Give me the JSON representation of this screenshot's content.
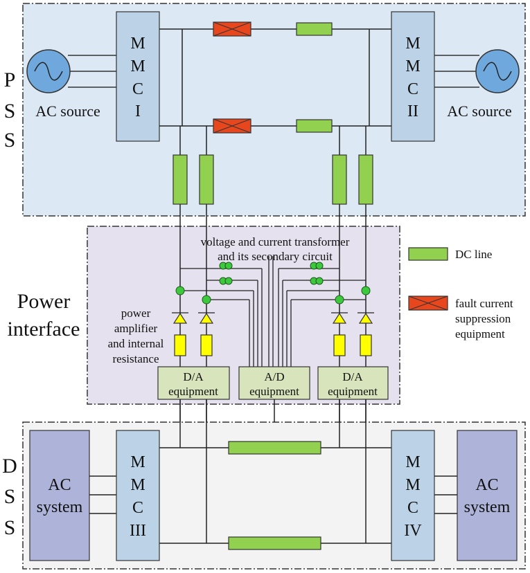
{
  "side_labels": {
    "pss": [
      "P",
      "S",
      "S"
    ],
    "power_interface": [
      "Power",
      "interface"
    ],
    "dss": [
      "D",
      "S",
      "S"
    ]
  },
  "converters": {
    "mmc1": [
      "M",
      "M",
      "C",
      "I"
    ],
    "mmc2": [
      "M",
      "M",
      "C",
      "II"
    ],
    "mmc3": [
      "M",
      "M",
      "C",
      "III"
    ],
    "mmc4": [
      "M",
      "M",
      "C",
      "IV"
    ]
  },
  "sources": {
    "left": "AC source",
    "right": "AC source"
  },
  "ac_systems": {
    "left": [
      "AC",
      "system"
    ],
    "right": [
      "AC",
      "system"
    ]
  },
  "interface": {
    "transformer_label": [
      "voltage and current transformer",
      "and its secondary circuit"
    ],
    "amplifier_label": [
      "power",
      "amplifier",
      "and internal",
      "resistance"
    ],
    "da_left": [
      "D/A",
      "equipment"
    ],
    "ad_center": [
      "A/D",
      "equipment"
    ],
    "da_right": [
      "D/A",
      "equipment"
    ]
  },
  "legend": {
    "dc_line": "DC line",
    "fault": [
      "fault current",
      "suppression",
      "equipment"
    ]
  },
  "colors": {
    "pss_fill": "#dce8f3",
    "interface_fill": "#e6e1ee",
    "dss_fill": "#f3f3f3",
    "mmc_fill": "#bcd2e6",
    "ac_system_fill": "#aeb4d9",
    "dc_line": "#92d050",
    "fault": "#e8471e",
    "amplifier": "#ffff00",
    "equipment_fill": "#d8e4bc",
    "ct_green": "#3ec83e",
    "source_fill": "#6fa8dc"
  }
}
